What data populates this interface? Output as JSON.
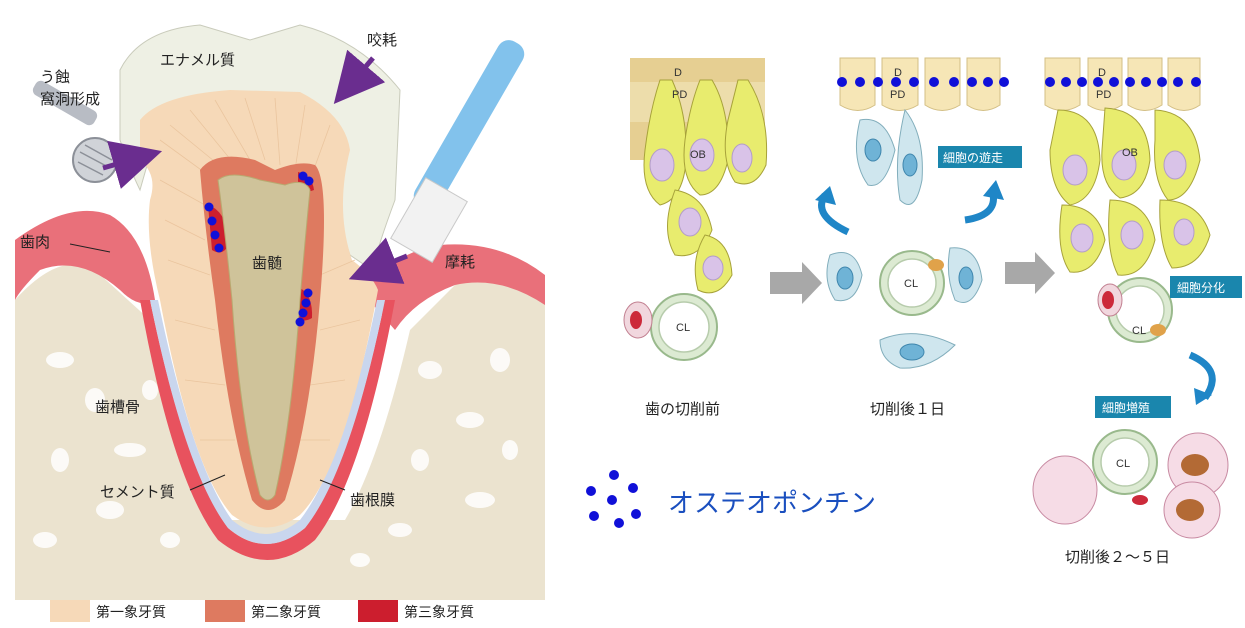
{
  "tooth": {
    "enamel_label": "エナメル質",
    "attrition_label": "咬耗",
    "caries_label_line1": "う蝕",
    "caries_label_line2": "窩洞形成",
    "gingiva_label": "歯肉",
    "pulp_label": "歯髄",
    "abrasion_label": "摩耗",
    "alveolar_bone_label": "歯槽骨",
    "cementum_label": "セメント質",
    "pdl_label": "歯根膜"
  },
  "legend": [
    {
      "label": "第一象牙質",
      "color": "#f6d9b8"
    },
    {
      "label": "第二象牙質",
      "color": "#de7a60"
    },
    {
      "label": "第三象牙質",
      "color": "#cc1e2e"
    }
  ],
  "stages": {
    "before": {
      "caption": "歯の切削前",
      "d": "D",
      "pd": "PD",
      "ob": "OB",
      "cl": "CL"
    },
    "day1": {
      "caption": "切削後１日",
      "d": "D",
      "pd": "PD",
      "cl": "CL",
      "badge": "細胞の遊走"
    },
    "day25": {
      "caption": "切削後２〜５日",
      "d": "D",
      "pd": "PD",
      "ob": "OB",
      "cl": "CL",
      "badge_diff": "細胞分化",
      "badge_prolif": "細胞増殖"
    }
  },
  "osteopontin": {
    "label": "オステオポンチン",
    "color": "#1010d8"
  }
}
